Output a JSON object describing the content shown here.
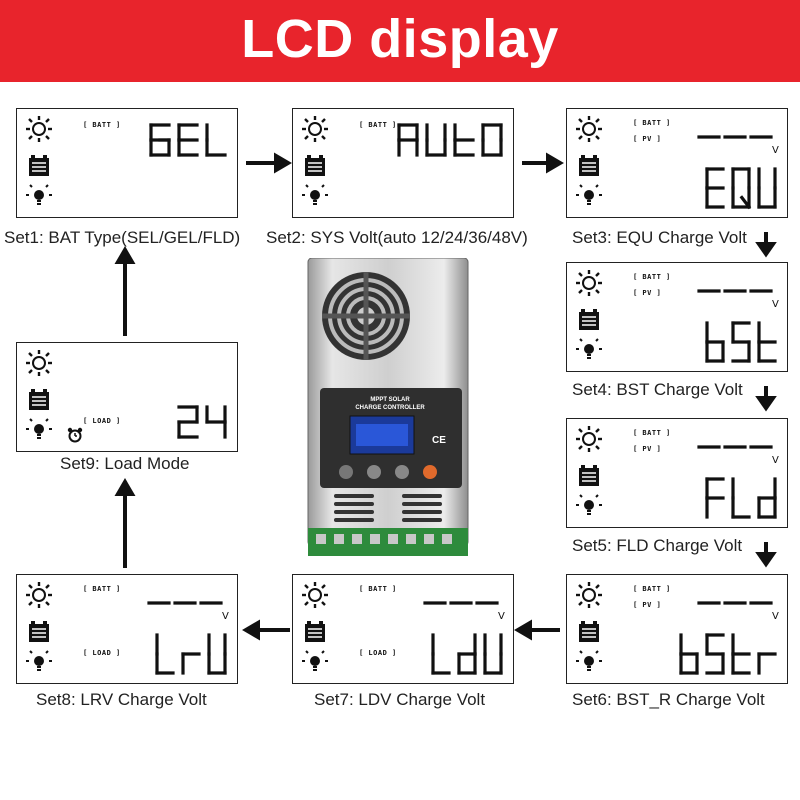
{
  "header": {
    "title": "LCD display"
  },
  "colors": {
    "banner": "#e8242c",
    "lcd_border": "#222222"
  },
  "icons": [
    "sun-icon",
    "battery-icon",
    "bulb-icon",
    "alarm-clock-icon"
  ],
  "device": {
    "label_line1": "MPPT SOLAR",
    "label_line2": "CHARGE CONTROLLER",
    "ce_mark": "CE"
  },
  "screens": [
    {
      "id": "set1",
      "tag_top": "[ BATT ]",
      "tag_mid": "",
      "upper": "",
      "lower": "GEL",
      "v": "",
      "caption": "Set1: BAT Type(SEL/GEL/FLD)"
    },
    {
      "id": "set2",
      "tag_top": "[ BATT ]",
      "tag_mid": "",
      "upper": "",
      "lower": "AUtO",
      "v": "",
      "caption": "Set2: SYS Volt(auto  12/24/36/48V)"
    },
    {
      "id": "set3",
      "tag_top": "[ BATT ]",
      "tag_mid": "[ PV ]",
      "upper": "- - -",
      "lower": "EQU",
      "v": "V",
      "caption": "Set3: EQU Charge Volt"
    },
    {
      "id": "set4",
      "tag_top": "[ BATT ]",
      "tag_mid": "[ PV ]",
      "upper": "- - -",
      "lower": "bSt",
      "v": "V",
      "caption": "Set4: BST Charge Volt"
    },
    {
      "id": "set5",
      "tag_top": "[ BATT ]",
      "tag_mid": "[ PV ]",
      "upper": "- - -",
      "lower": "FLd",
      "v": "V",
      "caption": "Set5: FLD Charge Volt"
    },
    {
      "id": "set6",
      "tag_top": "[ BATT ]",
      "tag_mid": "[ PV ]",
      "upper": "- - -",
      "lower": "bStr",
      "v": "V",
      "caption": "Set6: BST_R Charge Volt"
    },
    {
      "id": "set7",
      "tag_top": "[ BATT ]",
      "tag_mid": "[ LOAD ]",
      "upper": "- - -",
      "lower": "LdU",
      "v": "V",
      "caption": "Set7: LDV Charge Volt"
    },
    {
      "id": "set8",
      "tag_top": "[ BATT ]",
      "tag_mid": "[ LOAD ]",
      "upper": "- - -",
      "lower": "LrU",
      "v": "V",
      "caption": "Set8: LRV Charge Volt"
    },
    {
      "id": "set9",
      "tag_top": "",
      "tag_mid": "[ LOAD ]",
      "upper": "",
      "lower": "24",
      "v": "",
      "caption": "Set9: Load Mode"
    }
  ]
}
